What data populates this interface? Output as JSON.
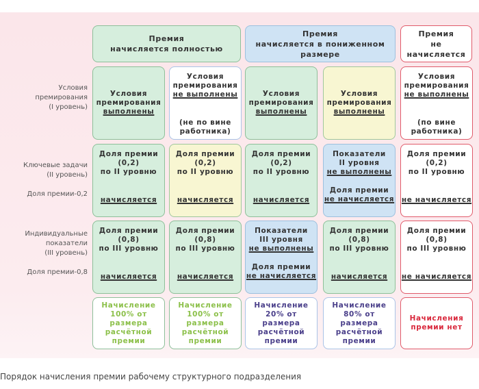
{
  "headers": [
    {
      "lines": [
        "Премия",
        "начисляется полностью"
      ],
      "style": "green"
    },
    {
      "lines": [
        "Премия",
        "начисляется в пониженном",
        "размере"
      ],
      "style": "blue"
    },
    {
      "lines": [
        "Премия",
        "не",
        "начисляется"
      ],
      "style": "red"
    }
  ],
  "row_labels": [
    {
      "lines": [
        "Условия",
        "премирования",
        "(I уровень)"
      ]
    },
    {
      "lines": [
        "Ключевые задачи",
        "(II уровень)"
      ],
      "share": "Доля премии-0,2"
    },
    {
      "lines": [
        "Индивидуальные",
        "показатели",
        "(III уровень)"
      ],
      "share": "Доля премии-0,8"
    }
  ],
  "rows": [
    [
      {
        "style": "green",
        "lines": [
          {
            "t": "Условия"
          },
          {
            "t": "премирования"
          },
          {
            "t": "выполнены",
            "u": true
          }
        ]
      },
      {
        "style": "white",
        "top": true,
        "lines": [
          {
            "t": "Условия"
          },
          {
            "t": "премирования"
          },
          {
            "t": "не выполнены",
            "u": true
          },
          {
            "gap": true
          },
          {
            "gap": true
          },
          {
            "t": "(не по вине"
          },
          {
            "t": "работника)"
          }
        ]
      },
      {
        "style": "green",
        "lines": [
          {
            "t": "Условия"
          },
          {
            "t": "премирования"
          },
          {
            "t": "выполнены",
            "u": true
          }
        ]
      },
      {
        "style": "yellow",
        "lines": [
          {
            "t": "Условия"
          },
          {
            "t": "премирования"
          },
          {
            "t": "выполнены",
            "u": true
          }
        ]
      },
      {
        "style": "red",
        "top": true,
        "lines": [
          {
            "t": "Условия"
          },
          {
            "t": "премирования"
          },
          {
            "t": "не выполнены",
            "u": true
          },
          {
            "gap": true
          },
          {
            "gap": true
          },
          {
            "t": "(по вине"
          },
          {
            "t": "работника)"
          }
        ]
      }
    ],
    [
      {
        "style": "green",
        "top": true,
        "lines": [
          {
            "t": "Доля премии"
          },
          {
            "t": "(0,2)"
          },
          {
            "t": "по II уровню"
          },
          {
            "gap": true
          },
          {
            "gap": true
          },
          {
            "t": "начисляется",
            "u": true
          }
        ]
      },
      {
        "style": "yellow",
        "top": true,
        "lines": [
          {
            "t": "Доля премии"
          },
          {
            "t": "(0,2)"
          },
          {
            "t": "по II уровню"
          },
          {
            "gap": true
          },
          {
            "gap": true
          },
          {
            "t": "начисляется",
            "u": true
          }
        ]
      },
      {
        "style": "green",
        "top": true,
        "lines": [
          {
            "t": "Доля премии"
          },
          {
            "t": "(0,2)"
          },
          {
            "t": "по II уровню"
          },
          {
            "gap": true
          },
          {
            "gap": true
          },
          {
            "t": "начисляется",
            "u": true
          }
        ]
      },
      {
        "style": "blue",
        "top": true,
        "lines": [
          {
            "t": "Показатели"
          },
          {
            "t": "II уровня"
          },
          {
            "t": "не выполнены",
            "u": true
          },
          {
            "gap": true
          },
          {
            "t": "Доля премии"
          },
          {
            "t": "не начисляется",
            "u": true
          }
        ]
      },
      {
        "style": "red",
        "top": true,
        "lines": [
          {
            "t": "Доля премии"
          },
          {
            "t": "(0,2)"
          },
          {
            "t": "по II уровню"
          },
          {
            "gap": true
          },
          {
            "gap": true
          },
          {
            "t": "не начисляется",
            "u": true
          }
        ]
      }
    ],
    [
      {
        "style": "green",
        "top": true,
        "lines": [
          {
            "t": "Доля премии"
          },
          {
            "t": "(0,8)"
          },
          {
            "t": "по III уровню"
          },
          {
            "gap": true
          },
          {
            "gap": true
          },
          {
            "t": "начисляется",
            "u": true
          }
        ]
      },
      {
        "style": "green",
        "top": true,
        "lines": [
          {
            "t": "Доля премии"
          },
          {
            "t": "(0,8)"
          },
          {
            "t": "по III уровню"
          },
          {
            "gap": true
          },
          {
            "gap": true
          },
          {
            "t": "начисляется",
            "u": true
          }
        ]
      },
      {
        "style": "blue",
        "top": true,
        "lines": [
          {
            "t": "Показатели"
          },
          {
            "t": "III уровня"
          },
          {
            "t": "не выполнены",
            "u": true
          },
          {
            "gap": true
          },
          {
            "t": "Доля премии"
          },
          {
            "t": "не начисляется",
            "u": true
          }
        ]
      },
      {
        "style": "green",
        "top": true,
        "lines": [
          {
            "t": "Доля премии"
          },
          {
            "t": "(0,8)"
          },
          {
            "t": "по III уровню"
          },
          {
            "gap": true
          },
          {
            "gap": true
          },
          {
            "t": "начисляется",
            "u": true
          }
        ]
      },
      {
        "style": "red",
        "top": true,
        "lines": [
          {
            "t": "Доля премии"
          },
          {
            "t": "(0,8)"
          },
          {
            "t": "по III уровню"
          },
          {
            "gap": true
          },
          {
            "gap": true
          },
          {
            "t": "не начисляется",
            "u": true
          }
        ]
      }
    ]
  ],
  "results": [
    {
      "style": "whiteg",
      "color": "#8cc04a",
      "lines": [
        "Начисление",
        "100% от размера",
        "расчётной",
        "премии"
      ]
    },
    {
      "style": "whiteg",
      "color": "#8cc04a",
      "lines": [
        "Начисление",
        "100% от размера",
        "расчётной",
        "премии"
      ]
    },
    {
      "style": "white",
      "color": "#4a3f8a",
      "lines": [
        "Начисление",
        "20% от размера",
        "расчётной",
        "премии"
      ]
    },
    {
      "style": "white",
      "color": "#4a3f8a",
      "lines": [
        "Начисление",
        "80% от размера",
        "расчётной",
        "премии"
      ]
    },
    {
      "style": "red",
      "color": "#d9283c",
      "lines": [
        "Начисления",
        "премии нет"
      ]
    }
  ],
  "caption": "Порядок начисления премии рабочему структурного подразделения"
}
